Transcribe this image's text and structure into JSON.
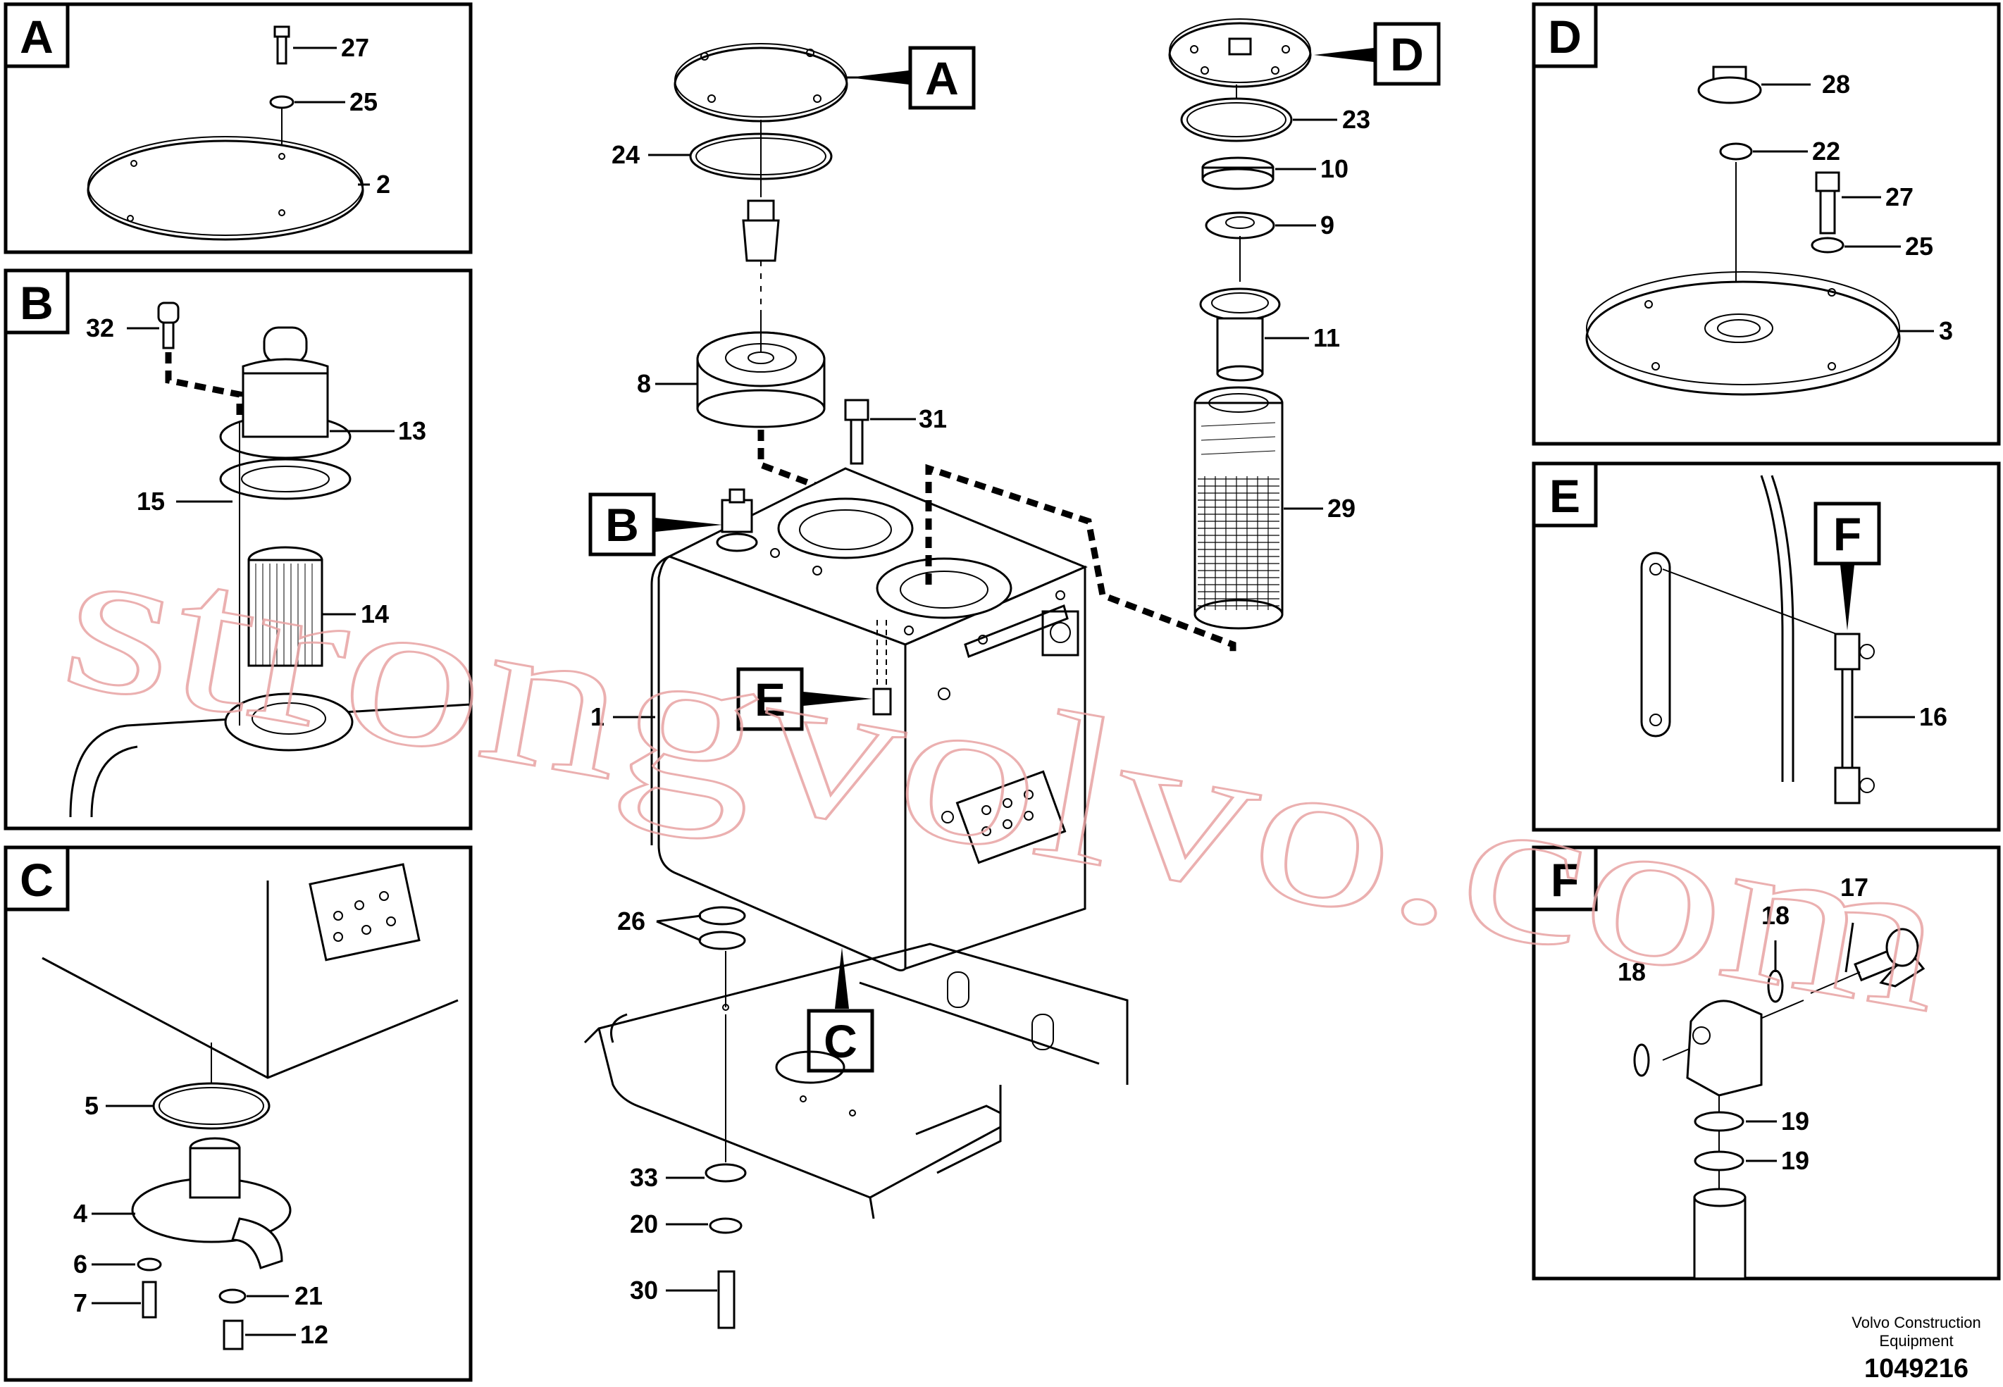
{
  "tags": {
    "A": "A",
    "B": "B",
    "C": "C",
    "D": "D",
    "E": "E",
    "F": "F"
  },
  "callouts": {
    "p1": "1",
    "p2": "2",
    "p3": "3",
    "p4": "4",
    "p5": "5",
    "p6": "6",
    "p7": "7",
    "p8": "8",
    "p9": "9",
    "p10": "10",
    "p11": "11",
    "p12": "12",
    "p13": "13",
    "p14": "14",
    "p15": "15",
    "p16": "16",
    "p17": "17",
    "p18": "18",
    "p19": "19",
    "p20": "20",
    "p21": "21",
    "p22": "22",
    "p23": "23",
    "p24": "24",
    "p25": "25",
    "p26": "26",
    "p27": "27",
    "p28": "28",
    "p29": "29",
    "p30": "30",
    "p31": "31",
    "p32": "32",
    "p33": "33"
  },
  "footer": {
    "company_line1": "Volvo Construction",
    "company_line2": "Equipment",
    "drawing_number": "1049216"
  },
  "watermark": "strongvolvo.com"
}
